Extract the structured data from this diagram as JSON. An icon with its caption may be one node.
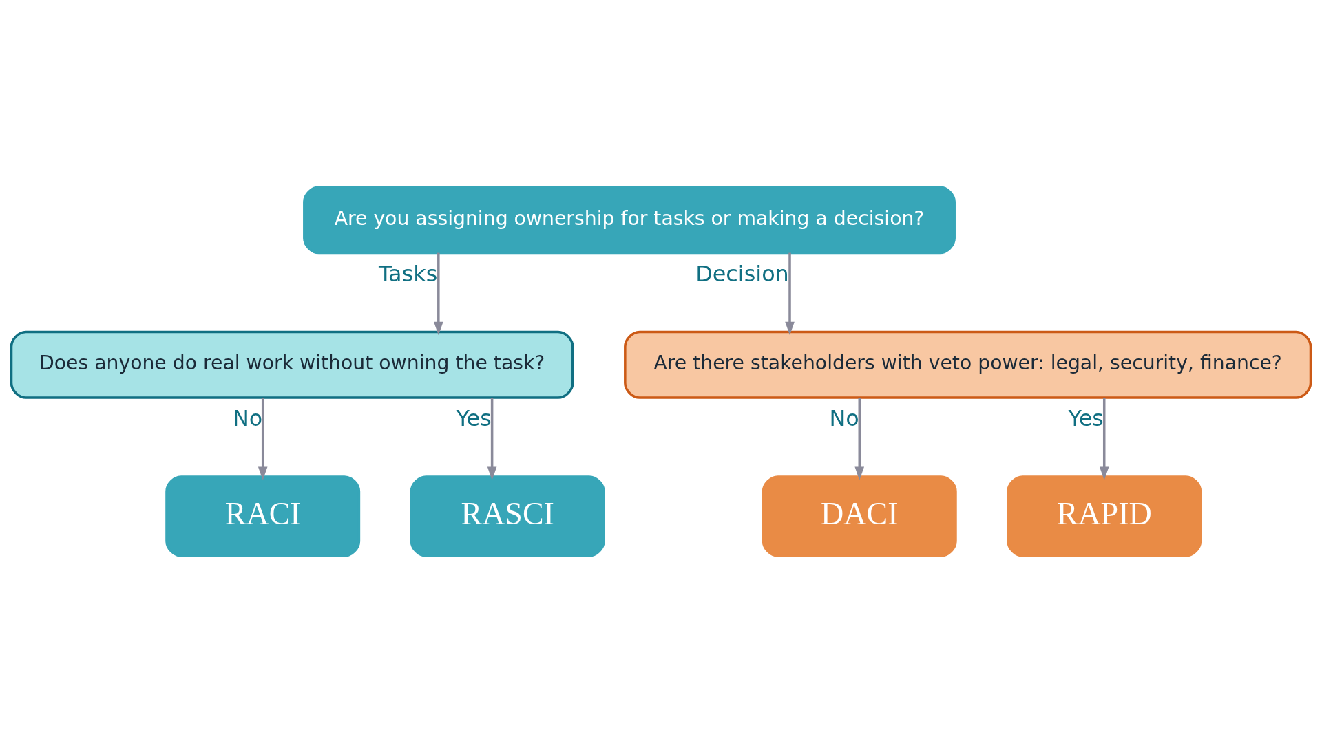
{
  "diagram": {
    "nodes": [
      {
        "text": [
          "Are you assigning ownership for tasks or making a decision?"
        ]
      },
      {
        "text": [
          "Does anyone do real work without owning the task?"
        ]
      },
      {
        "text": [
          "Are there stakeholders with veto power: legal, security, finance?"
        ]
      },
      {
        "text": [
          "RACI"
        ]
      },
      {
        "text": [
          "RASCI"
        ]
      },
      {
        "text": [
          "DACI"
        ]
      },
      {
        "text": [
          "RAPID"
        ]
      }
    ],
    "edges": [
      {
        "from": 0,
        "to": 1,
        "arrow": "to",
        "label": "Tasks"
      },
      {
        "from": 0,
        "to": 2,
        "arrow": "to",
        "label": "Decision"
      },
      {
        "from": 1,
        "to": 3,
        "arrow": "to",
        "label": "No"
      },
      {
        "from": 1,
        "to": 4,
        "arrow": "to",
        "label": "Yes"
      },
      {
        "from": 2,
        "to": 5,
        "arrow": "to",
        "label": "No"
      },
      {
        "from": 2,
        "to": 6,
        "arrow": "to",
        "label": "Yes"
      }
    ]
  }
}
